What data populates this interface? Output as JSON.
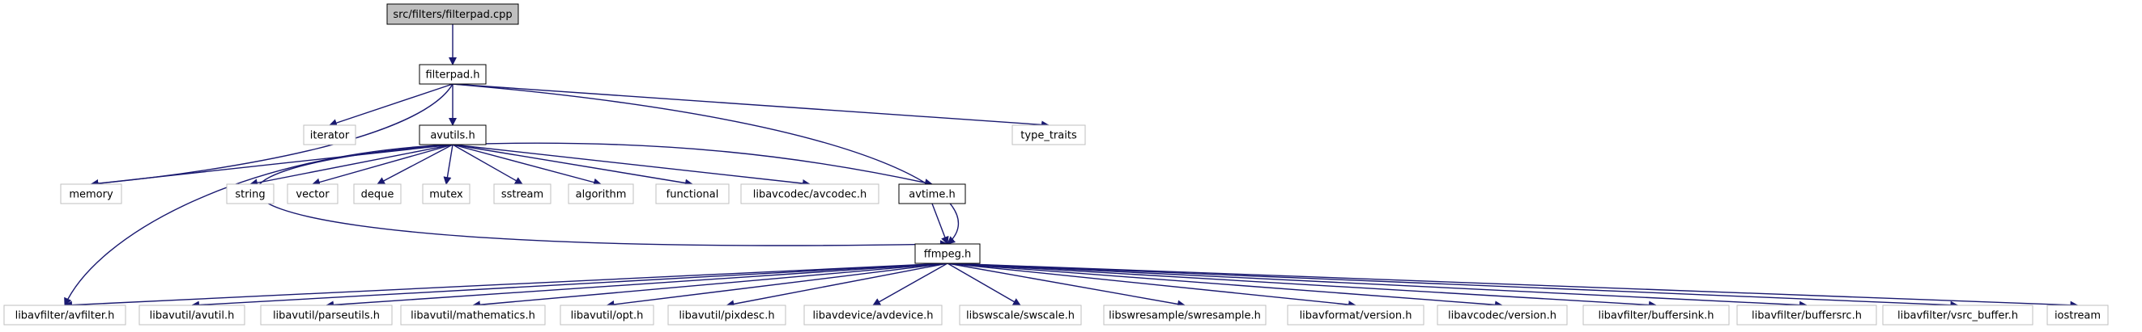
{
  "graph": {
    "edge_color": "#191970",
    "nodes": [
      {
        "id": "n_root",
        "label": "src/filters/filterpad.cpp",
        "kind": "root"
      },
      {
        "id": "n_filterpad",
        "label": "filterpad.h",
        "kind": "linked"
      },
      {
        "id": "n_iterator",
        "label": "iterator",
        "kind": "external"
      },
      {
        "id": "n_avutils",
        "label": "avutils.h",
        "kind": "linked"
      },
      {
        "id": "n_type_traits",
        "label": "type_traits",
        "kind": "external"
      },
      {
        "id": "n_memory",
        "label": "memory",
        "kind": "external"
      },
      {
        "id": "n_string",
        "label": "string",
        "kind": "external"
      },
      {
        "id": "n_vector",
        "label": "vector",
        "kind": "external"
      },
      {
        "id": "n_deque",
        "label": "deque",
        "kind": "external"
      },
      {
        "id": "n_mutex",
        "label": "mutex",
        "kind": "external"
      },
      {
        "id": "n_sstream",
        "label": "sstream",
        "kind": "external"
      },
      {
        "id": "n_algorithm",
        "label": "algorithm",
        "kind": "external"
      },
      {
        "id": "n_functional",
        "label": "functional",
        "kind": "external"
      },
      {
        "id": "n_avcodec",
        "label": "libavcodec/avcodec.h",
        "kind": "external"
      },
      {
        "id": "n_avtime",
        "label": "avtime.h",
        "kind": "linked"
      },
      {
        "id": "n_ffmpeg",
        "label": "ffmpeg.h",
        "kind": "linked"
      },
      {
        "id": "n_avfilter",
        "label": "libavfilter/avfilter.h",
        "kind": "external"
      },
      {
        "id": "n_avutil",
        "label": "libavutil/avutil.h",
        "kind": "external"
      },
      {
        "id": "n_parseutils",
        "label": "libavutil/parseutils.h",
        "kind": "external"
      },
      {
        "id": "n_mathematics",
        "label": "libavutil/mathematics.h",
        "kind": "external"
      },
      {
        "id": "n_opt",
        "label": "libavutil/opt.h",
        "kind": "external"
      },
      {
        "id": "n_pixdesc",
        "label": "libavutil/pixdesc.h",
        "kind": "external"
      },
      {
        "id": "n_avdevice",
        "label": "libavdevice/avdevice.h",
        "kind": "external"
      },
      {
        "id": "n_swscale",
        "label": "libswscale/swscale.h",
        "kind": "external"
      },
      {
        "id": "n_swresample",
        "label": "libswresample/swresample.h",
        "kind": "external"
      },
      {
        "id": "n_avformat_version",
        "label": "libavformat/version.h",
        "kind": "external"
      },
      {
        "id": "n_avcodec_version",
        "label": "libavcodec/version.h",
        "kind": "external"
      },
      {
        "id": "n_buffersink",
        "label": "libavfilter/buffersink.h",
        "kind": "external"
      },
      {
        "id": "n_buffersrc",
        "label": "libavfilter/buffersrc.h",
        "kind": "external"
      },
      {
        "id": "n_vsrc_buffer",
        "label": "libavfilter/vsrc_buffer.h",
        "kind": "external"
      },
      {
        "id": "n_iostream",
        "label": "iostream",
        "kind": "external"
      }
    ],
    "edges": [
      {
        "from": "n_root",
        "to": "n_filterpad"
      },
      {
        "from": "n_filterpad",
        "to": "n_iterator"
      },
      {
        "from": "n_filterpad",
        "to": "n_avutils"
      },
      {
        "from": "n_filterpad",
        "to": "n_type_traits"
      },
      {
        "from": "n_filterpad",
        "to": "n_memory"
      },
      {
        "from": "n_filterpad",
        "to": "n_ffmpeg"
      },
      {
        "from": "n_avutils",
        "to": "n_memory"
      },
      {
        "from": "n_avutils",
        "to": "n_string"
      },
      {
        "from": "n_avutils",
        "to": "n_vector"
      },
      {
        "from": "n_avutils",
        "to": "n_deque"
      },
      {
        "from": "n_avutils",
        "to": "n_mutex"
      },
      {
        "from": "n_avutils",
        "to": "n_sstream"
      },
      {
        "from": "n_avutils",
        "to": "n_algorithm"
      },
      {
        "from": "n_avutils",
        "to": "n_functional"
      },
      {
        "from": "n_avutils",
        "to": "n_avcodec"
      },
      {
        "from": "n_avutils",
        "to": "n_avtime"
      },
      {
        "from": "n_avutils",
        "to": "n_ffmpeg"
      },
      {
        "from": "n_avutils",
        "to": "n_avfilter"
      },
      {
        "from": "n_avtime",
        "to": "n_ffmpeg"
      },
      {
        "from": "n_ffmpeg",
        "to": "n_avfilter"
      },
      {
        "from": "n_ffmpeg",
        "to": "n_avutil"
      },
      {
        "from": "n_ffmpeg",
        "to": "n_parseutils"
      },
      {
        "from": "n_ffmpeg",
        "to": "n_mathematics"
      },
      {
        "from": "n_ffmpeg",
        "to": "n_opt"
      },
      {
        "from": "n_ffmpeg",
        "to": "n_pixdesc"
      },
      {
        "from": "n_ffmpeg",
        "to": "n_avdevice"
      },
      {
        "from": "n_ffmpeg",
        "to": "n_swscale"
      },
      {
        "from": "n_ffmpeg",
        "to": "n_swresample"
      },
      {
        "from": "n_ffmpeg",
        "to": "n_avformat_version"
      },
      {
        "from": "n_ffmpeg",
        "to": "n_avcodec_version"
      },
      {
        "from": "n_ffmpeg",
        "to": "n_buffersink"
      },
      {
        "from": "n_ffmpeg",
        "to": "n_buffersrc"
      },
      {
        "from": "n_ffmpeg",
        "to": "n_vsrc_buffer"
      },
      {
        "from": "n_ffmpeg",
        "to": "n_iostream"
      }
    ]
  }
}
